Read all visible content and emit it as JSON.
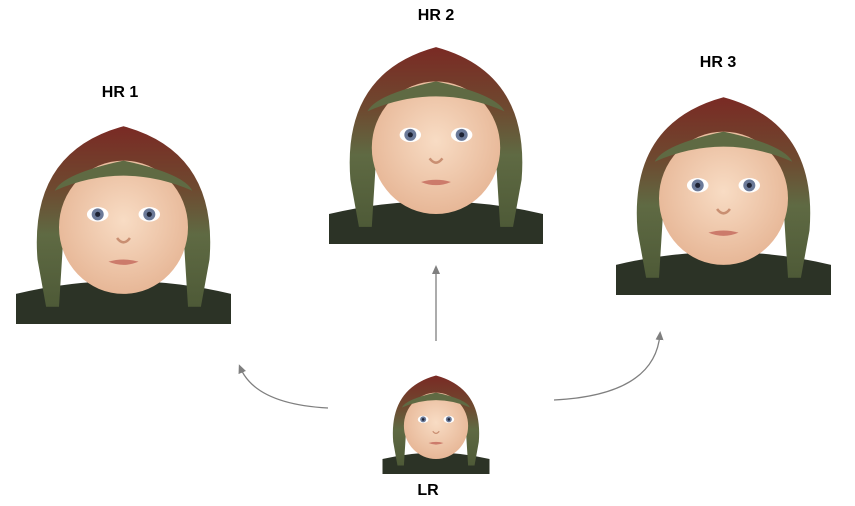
{
  "labels": {
    "hr1": "HR 1",
    "hr2": "HR 2",
    "hr3": "HR 3",
    "lr": "LR"
  },
  "images": {
    "hr1": {
      "subject": "baby-face-photo"
    },
    "hr2": {
      "subject": "baby-face-photo"
    },
    "hr3": {
      "subject": "baby-face-photo"
    },
    "lr": {
      "subject": "baby-face-photo"
    }
  },
  "colors": {
    "arrow": "#7f7f7f",
    "hat_green": "#5f6a43",
    "hat_red": "#7a2a24",
    "skin": "#f3cdb0",
    "sweater": "#2c3326"
  }
}
